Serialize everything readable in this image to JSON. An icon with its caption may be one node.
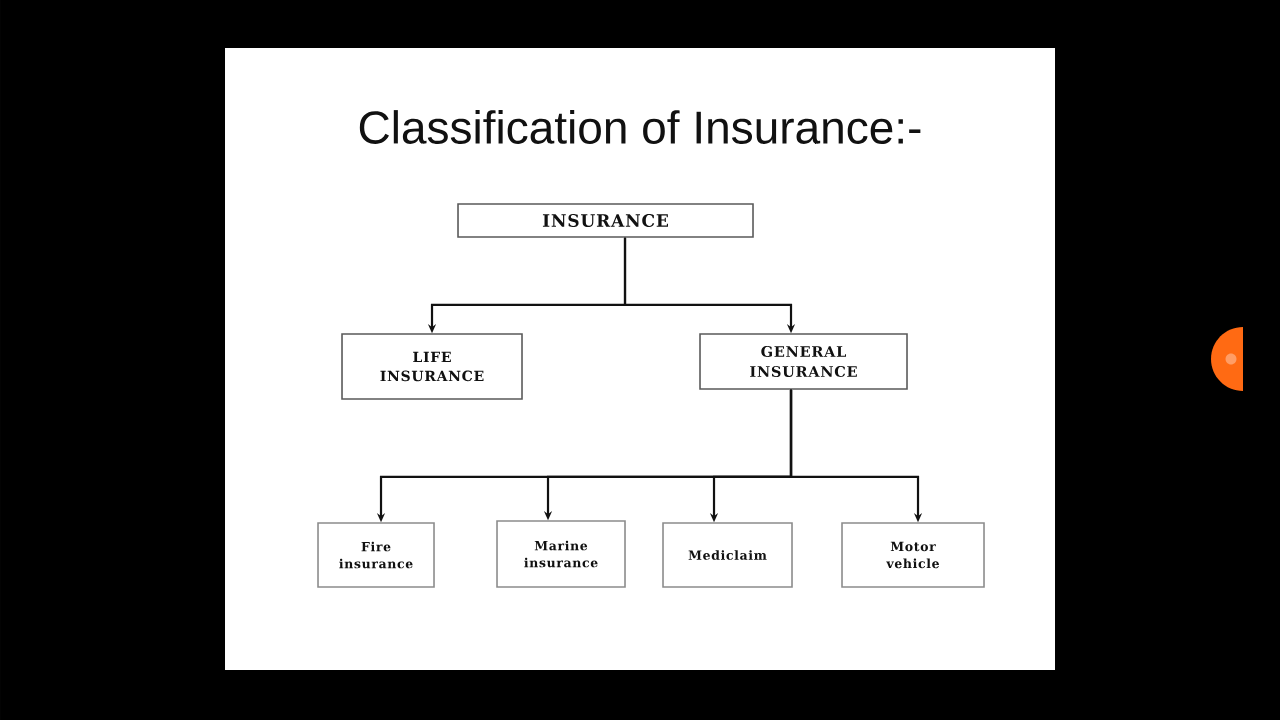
{
  "diagram": {
    "title": "Classification of Insurance:-",
    "nodes": [
      {
        "text": [
          "INSURANCE"
        ]
      },
      {
        "text": [
          "LIFE INSURANCE"
        ]
      },
      {
        "text": [
          "GENERAL INSURANCE"
        ]
      },
      {
        "text": [
          "Fire insurance"
        ]
      },
      {
        "text": [
          "Marine insurance"
        ]
      },
      {
        "text": [
          "Mediclaim"
        ]
      },
      {
        "text": [
          "Motor vehicle"
        ]
      }
    ],
    "edges": [
      {
        "from": 0,
        "to": 1,
        "arrow": "to"
      },
      {
        "from": 0,
        "to": 2,
        "arrow": "to"
      },
      {
        "from": 2,
        "to": 3,
        "arrow": "to"
      },
      {
        "from": 2,
        "to": 4,
        "arrow": "to"
      },
      {
        "from": 2,
        "to": 5,
        "arrow": "to"
      },
      {
        "from": 2,
        "to": 6,
        "arrow": "to"
      }
    ]
  }
}
